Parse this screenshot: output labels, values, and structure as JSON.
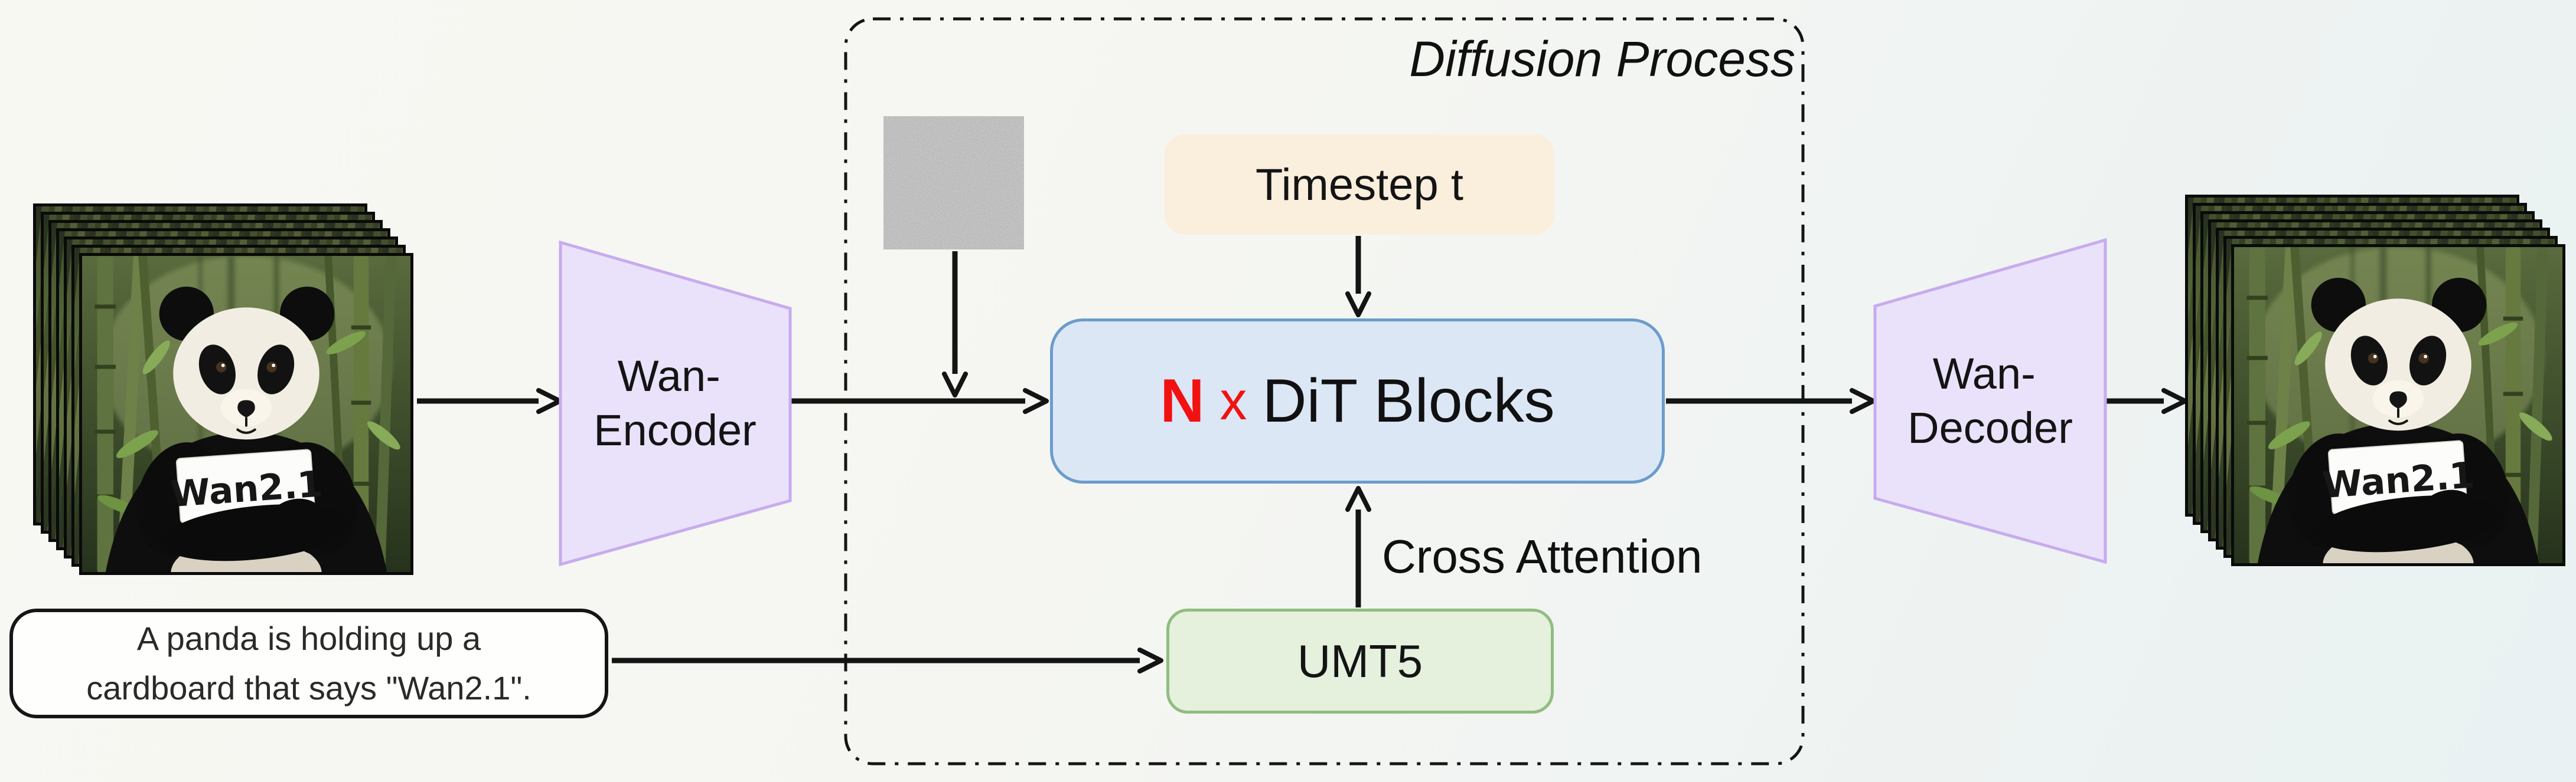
{
  "diagram": {
    "title": "Diffusion Process",
    "prompt": {
      "line1": "A panda is holding up a",
      "line2": "cardboard that says \"Wan2.1\"."
    },
    "nodes": {
      "encoder_line1": "Wan-",
      "encoder_line2": "Encoder",
      "decoder_line1": "Wan-",
      "decoder_line2": "Decoder",
      "timestep": "Timestep t",
      "dit_n": "N",
      "dit_x": "x",
      "dit_rest": "DiT Blocks",
      "umt5": "UMT5"
    },
    "labels": {
      "cross_attention": "Cross Attention"
    },
    "media": {
      "sign_text": "Wan2.1"
    },
    "colors": {
      "dit_fill": "#dce7f6",
      "dit_border": "#6b9ccc",
      "timestep_fill": "#faeedd",
      "umt5_fill": "#e5f0dd",
      "umt5_border": "#90bd80",
      "vae_fill": "#eae2fb",
      "vae_border": "#c7abee",
      "accent_red": "#f21111",
      "arrow_ink": "#141414"
    }
  }
}
